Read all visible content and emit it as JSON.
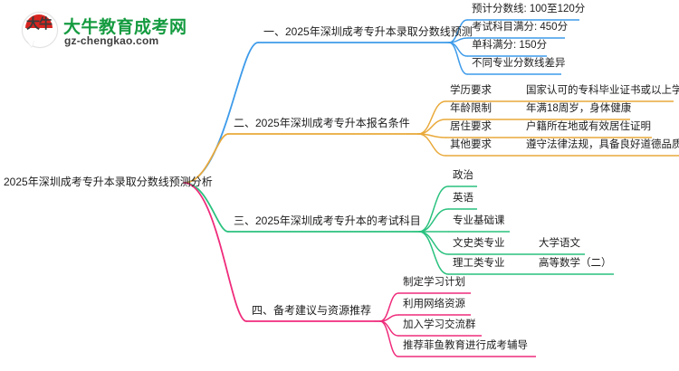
{
  "logo": {
    "mark_text": "大牛",
    "title": "大牛教育成考网",
    "subtitle": "gz-chengkao.com",
    "brand_green": "#159b40",
    "brand_red": "#d8241f"
  },
  "mindmap": {
    "root": {
      "label": "2025年深圳成考专升本录取分数线预测分析"
    },
    "branches": [
      {
        "label": "一、2025年深圳成考专升本录取分数线预测",
        "color": "#3d9bea",
        "children": [
          {
            "label": "预计分数线: 100至120分",
            "detail": ""
          },
          {
            "label": "考试科目满分: 450分",
            "detail": ""
          },
          {
            "label": "单科满分: 150分",
            "detail": ""
          },
          {
            "label": "不同专业分数线差异",
            "detail": ""
          }
        ]
      },
      {
        "label": "二、2025年深圳成考专升本报名条件",
        "color": "#e9a93a",
        "children": [
          {
            "label": "学历要求",
            "detail": "国家认可的专科毕业证书或以上学历"
          },
          {
            "label": "年龄限制",
            "detail": "年满18周岁，身体健康"
          },
          {
            "label": "居住要求",
            "detail": "户籍所在地或有效居住证明"
          },
          {
            "label": "其他要求",
            "detail": "遵守法律法规，具备良好道德品质"
          }
        ]
      },
      {
        "label": "三、2025年深圳成考专升本的考试科目",
        "color": "#29c17e",
        "children": [
          {
            "label": "政治",
            "detail": ""
          },
          {
            "label": "英语",
            "detail": ""
          },
          {
            "label": "专业基础课",
            "detail": ""
          },
          {
            "label": "文史类专业",
            "detail": "大学语文"
          },
          {
            "label": "理工类专业",
            "detail": "高等数学（二）"
          }
        ]
      },
      {
        "label": "四、备考建议与资源推荐",
        "color": "#ef2b7b",
        "children": [
          {
            "label": "制定学习计划",
            "detail": ""
          },
          {
            "label": "利用网络资源",
            "detail": ""
          },
          {
            "label": "加入学习交流群",
            "detail": ""
          },
          {
            "label": "推荐菲鱼教育进行成考辅导",
            "detail": ""
          }
        ]
      }
    ]
  }
}
